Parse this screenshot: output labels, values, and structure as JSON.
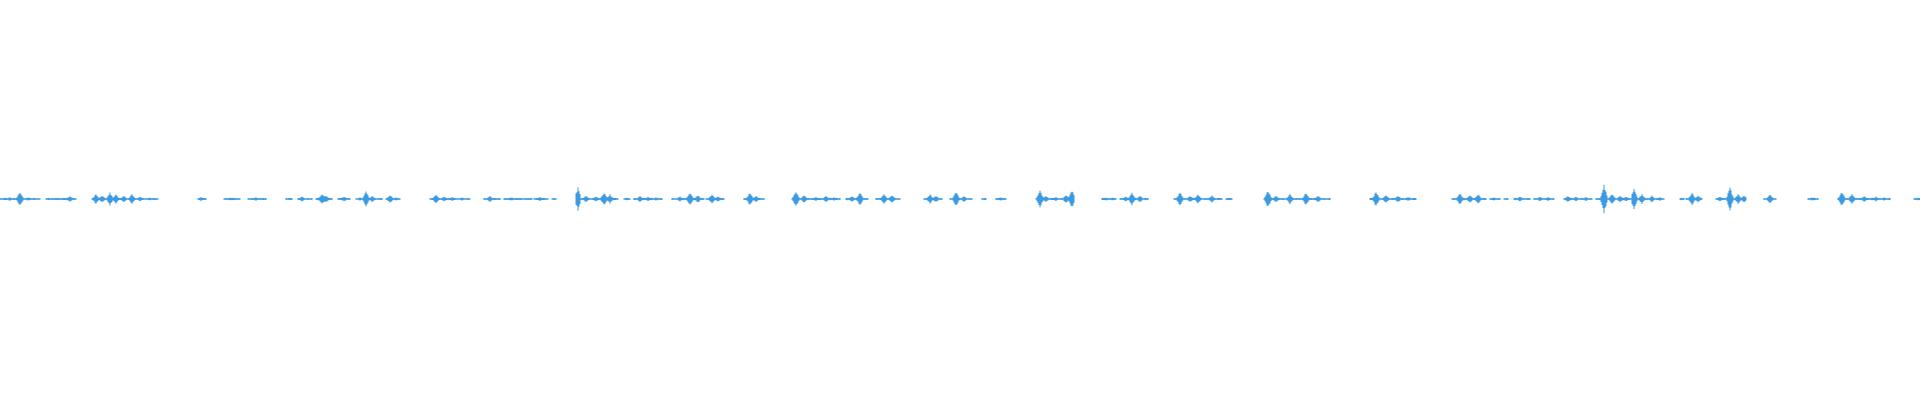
{
  "waveform": {
    "color": "#3d9ae0",
    "background": "#ffffff",
    "duration_units": 1920,
    "max_amplitude": 1.0,
    "segments": [
      {
        "start": 0,
        "end": 40,
        "peaks": [
          [
            20,
            0.45
          ],
          [
            10,
            0.12
          ],
          [
            28,
            0.1
          ]
        ]
      },
      {
        "start": 46,
        "end": 76,
        "peaks": [
          [
            70,
            0.18
          ],
          [
            58,
            0.08
          ]
        ]
      },
      {
        "start": 92,
        "end": 158,
        "peaks": [
          [
            96,
            0.3
          ],
          [
            102,
            0.22
          ],
          [
            110,
            0.4
          ],
          [
            116,
            0.28
          ],
          [
            124,
            0.2
          ],
          [
            132,
            0.3
          ],
          [
            140,
            0.14
          ],
          [
            150,
            0.08
          ]
        ]
      },
      {
        "start": 198,
        "end": 206,
        "peaks": [
          [
            201,
            0.12
          ]
        ]
      },
      {
        "start": 224,
        "end": 240,
        "peaks": [
          [
            230,
            0.08
          ]
        ]
      },
      {
        "start": 248,
        "end": 266,
        "peaks": [
          [
            256,
            0.1
          ]
        ]
      },
      {
        "start": 286,
        "end": 292,
        "peaks": [
          [
            288,
            0.05
          ]
        ]
      },
      {
        "start": 298,
        "end": 312,
        "peaks": [
          [
            302,
            0.14
          ]
        ]
      },
      {
        "start": 316,
        "end": 332,
        "peaks": [
          [
            322,
            0.35
          ],
          [
            326,
            0.2
          ]
        ]
      },
      {
        "start": 338,
        "end": 350,
        "peaks": [
          [
            344,
            0.15
          ]
        ]
      },
      {
        "start": 356,
        "end": 382,
        "peaks": [
          [
            366,
            0.45
          ],
          [
            372,
            0.18
          ],
          [
            360,
            0.1
          ]
        ]
      },
      {
        "start": 386,
        "end": 400,
        "peaks": [
          [
            390,
            0.25
          ],
          [
            396,
            0.1
          ]
        ]
      },
      {
        "start": 430,
        "end": 470,
        "peaks": [
          [
            436,
            0.3
          ],
          [
            444,
            0.15
          ],
          [
            452,
            0.12
          ],
          [
            462,
            0.1
          ]
        ]
      },
      {
        "start": 484,
        "end": 500,
        "peaks": [
          [
            490,
            0.18
          ]
        ]
      },
      {
        "start": 504,
        "end": 532,
        "peaks": [
          [
            512,
            0.1
          ],
          [
            520,
            0.08
          ]
        ]
      },
      {
        "start": 534,
        "end": 548,
        "peaks": [
          [
            540,
            0.12
          ],
          [
            544,
            0.08
          ]
        ]
      },
      {
        "start": 552,
        "end": 556,
        "peaks": [
          [
            554,
            0.05
          ]
        ]
      },
      {
        "start": 576,
        "end": 580,
        "peaks": [
          [
            578,
            0.7
          ]
        ]
      },
      {
        "start": 580,
        "end": 618,
        "peaks": [
          [
            586,
            0.2
          ],
          [
            596,
            0.15
          ],
          [
            604,
            0.4
          ],
          [
            610,
            0.28
          ]
        ]
      },
      {
        "start": 624,
        "end": 630,
        "peaks": [
          [
            627,
            0.08
          ]
        ]
      },
      {
        "start": 634,
        "end": 662,
        "peaks": [
          [
            640,
            0.2
          ],
          [
            648,
            0.12
          ],
          [
            656,
            0.1
          ]
        ]
      },
      {
        "start": 672,
        "end": 704,
        "peaks": [
          [
            680,
            0.15
          ],
          [
            690,
            0.4
          ],
          [
            698,
            0.22
          ]
        ]
      },
      {
        "start": 706,
        "end": 724,
        "peaks": [
          [
            712,
            0.3
          ],
          [
            718,
            0.16
          ]
        ]
      },
      {
        "start": 744,
        "end": 764,
        "peaks": [
          [
            750,
            0.4
          ],
          [
            756,
            0.18
          ]
        ]
      },
      {
        "start": 792,
        "end": 840,
        "peaks": [
          [
            796,
            0.5
          ],
          [
            804,
            0.25
          ],
          [
            816,
            0.12
          ],
          [
            826,
            0.2
          ],
          [
            834,
            0.1
          ]
        ]
      },
      {
        "start": 846,
        "end": 868,
        "peaks": [
          [
            852,
            0.18
          ],
          [
            860,
            0.4
          ]
        ]
      },
      {
        "start": 876,
        "end": 900,
        "peaks": [
          [
            884,
            0.3
          ],
          [
            892,
            0.25
          ]
        ]
      },
      {
        "start": 924,
        "end": 942,
        "peaks": [
          [
            930,
            0.28
          ],
          [
            936,
            0.2
          ]
        ]
      },
      {
        "start": 950,
        "end": 972,
        "peaks": [
          [
            956,
            0.45
          ],
          [
            964,
            0.18
          ]
        ]
      },
      {
        "start": 982,
        "end": 986,
        "peaks": [
          [
            984,
            0.06
          ]
        ]
      },
      {
        "start": 996,
        "end": 1006,
        "peaks": [
          [
            1001,
            0.1
          ]
        ]
      },
      {
        "start": 1036,
        "end": 1074,
        "peaks": [
          [
            1040,
            0.55
          ],
          [
            1046,
            0.2
          ],
          [
            1056,
            0.12
          ],
          [
            1066,
            0.25
          ],
          [
            1072,
            0.55
          ]
        ]
      },
      {
        "start": 1102,
        "end": 1116,
        "peaks": [
          [
            1106,
            0.1
          ],
          [
            1112,
            0.08
          ]
        ]
      },
      {
        "start": 1120,
        "end": 1148,
        "peaks": [
          [
            1126,
            0.15
          ],
          [
            1132,
            0.4
          ],
          [
            1140,
            0.2
          ]
        ]
      },
      {
        "start": 1174,
        "end": 1222,
        "peaks": [
          [
            1180,
            0.4
          ],
          [
            1190,
            0.2
          ],
          [
            1198,
            0.28
          ],
          [
            1212,
            0.22
          ]
        ]
      },
      {
        "start": 1226,
        "end": 1232,
        "peaks": [
          [
            1229,
            0.08
          ]
        ]
      },
      {
        "start": 1264,
        "end": 1330,
        "peaks": [
          [
            1268,
            0.55
          ],
          [
            1276,
            0.2
          ],
          [
            1290,
            0.3
          ],
          [
            1306,
            0.4
          ],
          [
            1318,
            0.2
          ]
        ]
      },
      {
        "start": 1370,
        "end": 1416,
        "peaks": [
          [
            1376,
            0.45
          ],
          [
            1386,
            0.25
          ],
          [
            1398,
            0.2
          ],
          [
            1408,
            0.12
          ]
        ]
      },
      {
        "start": 1452,
        "end": 1486,
        "peaks": [
          [
            1460,
            0.35
          ],
          [
            1470,
            0.22
          ],
          [
            1478,
            0.3
          ]
        ]
      },
      {
        "start": 1490,
        "end": 1500,
        "peaks": [
          [
            1494,
            0.1
          ]
        ]
      },
      {
        "start": 1504,
        "end": 1508,
        "peaks": [
          [
            1506,
            0.06
          ]
        ]
      },
      {
        "start": 1514,
        "end": 1530,
        "peaks": [
          [
            1520,
            0.15
          ]
        ]
      },
      {
        "start": 1534,
        "end": 1554,
        "peaks": [
          [
            1540,
            0.14
          ],
          [
            1548,
            0.12
          ]
        ]
      },
      {
        "start": 1564,
        "end": 1592,
        "peaks": [
          [
            1568,
            0.18
          ],
          [
            1576,
            0.14
          ],
          [
            1586,
            0.12
          ]
        ]
      },
      {
        "start": 1596,
        "end": 1632,
        "peaks": [
          [
            1604,
            0.9
          ],
          [
            1612,
            0.35
          ],
          [
            1620,
            0.2
          ],
          [
            1626,
            0.15
          ]
        ]
      },
      {
        "start": 1632,
        "end": 1664,
        "peaks": [
          [
            1634,
            0.7
          ],
          [
            1642,
            0.3
          ],
          [
            1652,
            0.2
          ],
          [
            1660,
            0.12
          ]
        ]
      },
      {
        "start": 1680,
        "end": 1684,
        "peaks": [
          [
            1682,
            0.08
          ]
        ]
      },
      {
        "start": 1686,
        "end": 1702,
        "peaks": [
          [
            1692,
            0.4
          ],
          [
            1698,
            0.2
          ]
        ]
      },
      {
        "start": 1716,
        "end": 1746,
        "peaks": [
          [
            1720,
            0.14
          ],
          [
            1730,
            0.7
          ],
          [
            1738,
            0.3
          ],
          [
            1744,
            0.22
          ]
        ]
      },
      {
        "start": 1764,
        "end": 1776,
        "peaks": [
          [
            1770,
            0.3
          ]
        ]
      },
      {
        "start": 1808,
        "end": 1818,
        "peaks": [
          [
            1812,
            0.1
          ]
        ]
      },
      {
        "start": 1838,
        "end": 1890,
        "peaks": [
          [
            1842,
            0.45
          ],
          [
            1852,
            0.3
          ],
          [
            1864,
            0.18
          ],
          [
            1876,
            0.14
          ],
          [
            1884,
            0.1
          ]
        ]
      },
      {
        "start": 1914,
        "end": 1920,
        "peaks": [
          [
            1917,
            0.08
          ]
        ]
      }
    ]
  }
}
